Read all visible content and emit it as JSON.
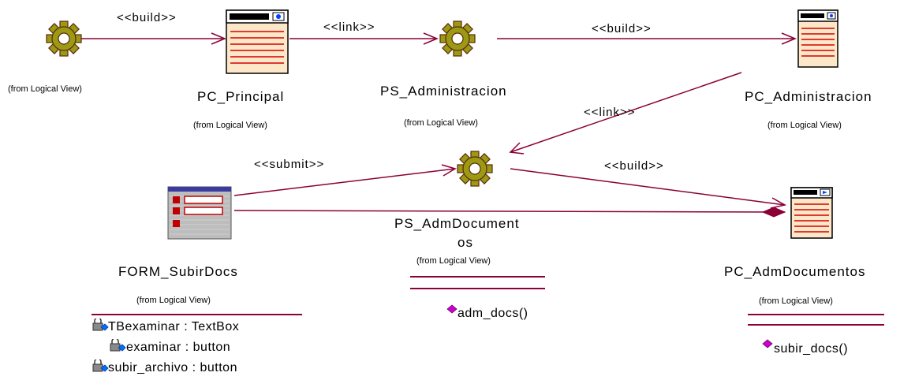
{
  "colors": {
    "edge": "#8b0036",
    "gear_fill": "#9c9a14",
    "gear_stroke": "#5a2a0a",
    "page_fill": "#fce7c8",
    "page_line": "#d40000",
    "page_titlebar": "#000000",
    "operation": "#cc00cc",
    "attribute": "#0070ff"
  },
  "nodes": {
    "server_top_left": {
      "from": "(from Logical View)"
    },
    "pc_principal": {
      "name": "PC_Principal",
      "from": "(from Logical View)"
    },
    "ps_administracion": {
      "name": "PS_Administracion",
      "from": "(from Logical View)"
    },
    "pc_administracion": {
      "name": "PC_Administracion",
      "from": "(from Logical View)"
    },
    "ps_admdocuments": {
      "name_line1": "PS_AdmDocument",
      "name_line2": "os",
      "from": "(from Logical View)",
      "operations": [
        "adm_docs()"
      ]
    },
    "form_subirdocs": {
      "name": "FORM_SubirDocs",
      "from": "(from Logical View)",
      "attributes": [
        "TBexaminar : TextBox",
        "examinar : button",
        "subir_archivo : button"
      ]
    },
    "pc_admdocumentos": {
      "name": "PC_AdmDocumentos",
      "from": "(from Logical View)",
      "operations": [
        "subir_docs()"
      ]
    }
  },
  "edges": {
    "build1": "<<build>>",
    "link1": "<<link>>",
    "build2": "<<build>>",
    "link2": "<<link>>",
    "submit": "<<submit>>",
    "build3": "<<build>>"
  }
}
